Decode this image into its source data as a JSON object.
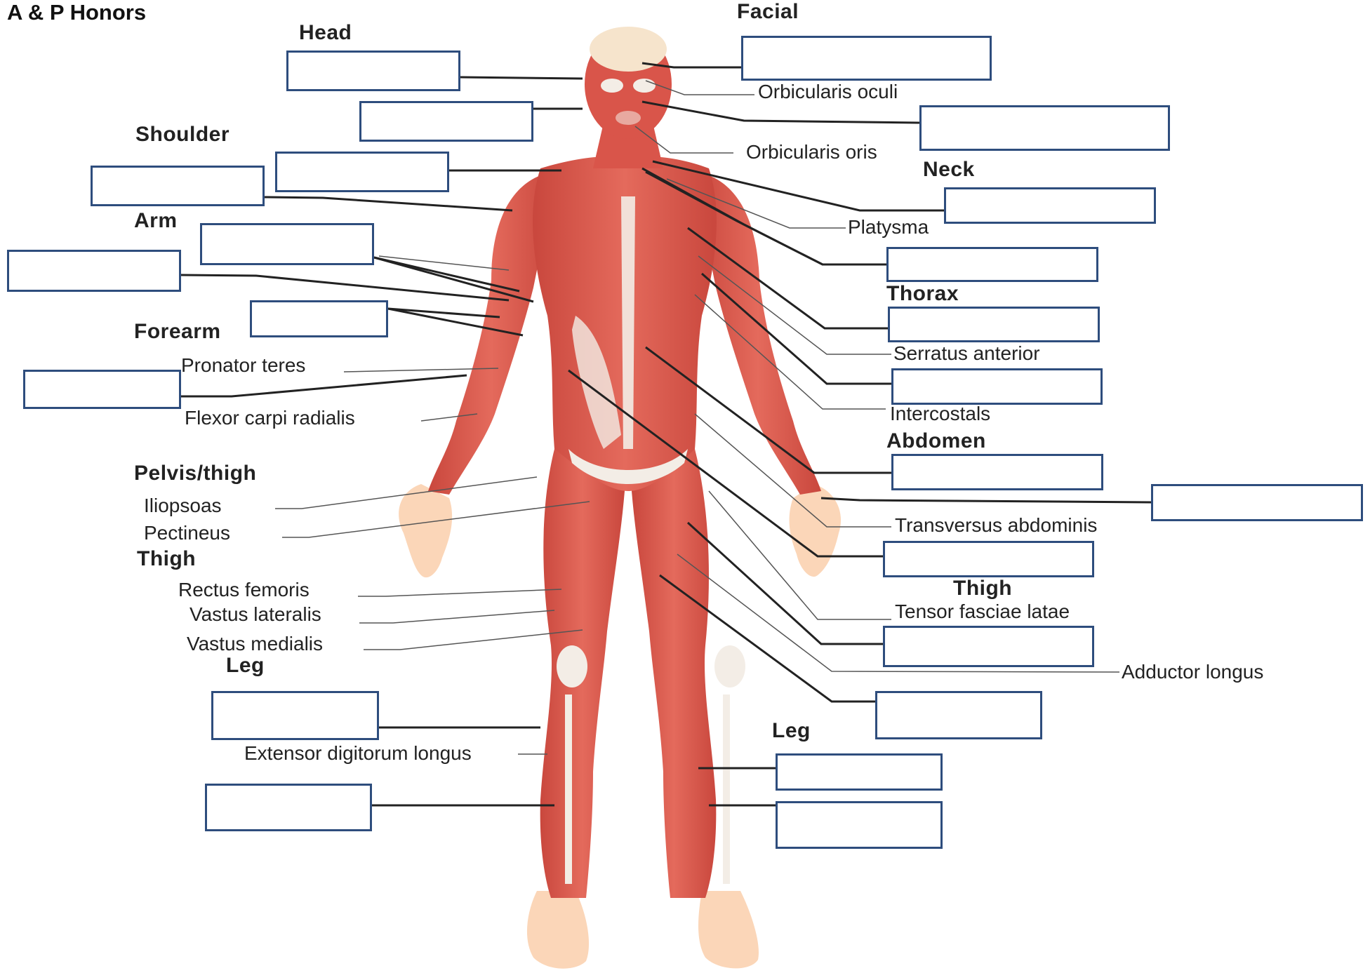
{
  "title": "A & P Honors",
  "headings": {
    "head": "Head",
    "facial": "Facial",
    "shoulder": "Shoulder",
    "neck": "Neck",
    "arm": "Arm",
    "thorax": "Thorax",
    "forearm": "Forearm",
    "abdomen": "Abdomen",
    "pelvis_thigh": "Pelvis/thigh",
    "thigh_left": "Thigh",
    "thigh_right": "Thigh",
    "leg_left": "Leg",
    "leg_right": "Leg"
  },
  "muscle_labels": {
    "orbicularis_oculi": "Orbicularis oculi",
    "orbicularis_oris": "Orbicularis oris",
    "platysma": "Platysma",
    "serratus_anterior": "Serratus anterior",
    "intercostals": "Intercostals",
    "transversus_abdominis": "Transversus abdominis",
    "tensor_fasciae_latae": "Tensor fasciae latae",
    "adductor_longus": "Adductor longus",
    "pronator_teres": "Pronator teres",
    "flexor_carpi_radialis": "Flexor carpi radialis",
    "iliopsoas": "Iliopsoas",
    "pectineus": "Pectineus",
    "rectus_femoris": "Rectus femoris",
    "vastus_lateralis": "Vastus lateralis",
    "vastus_medialis": "Vastus medialis",
    "extensor_digitorum_longus": "Extensor digitorum longus"
  },
  "colors": {
    "box_border": "#2e4d7d",
    "muscle": "#d9554a",
    "tendon": "#f3ede6",
    "skin": "#fbd6b8",
    "leader": "#222222"
  }
}
